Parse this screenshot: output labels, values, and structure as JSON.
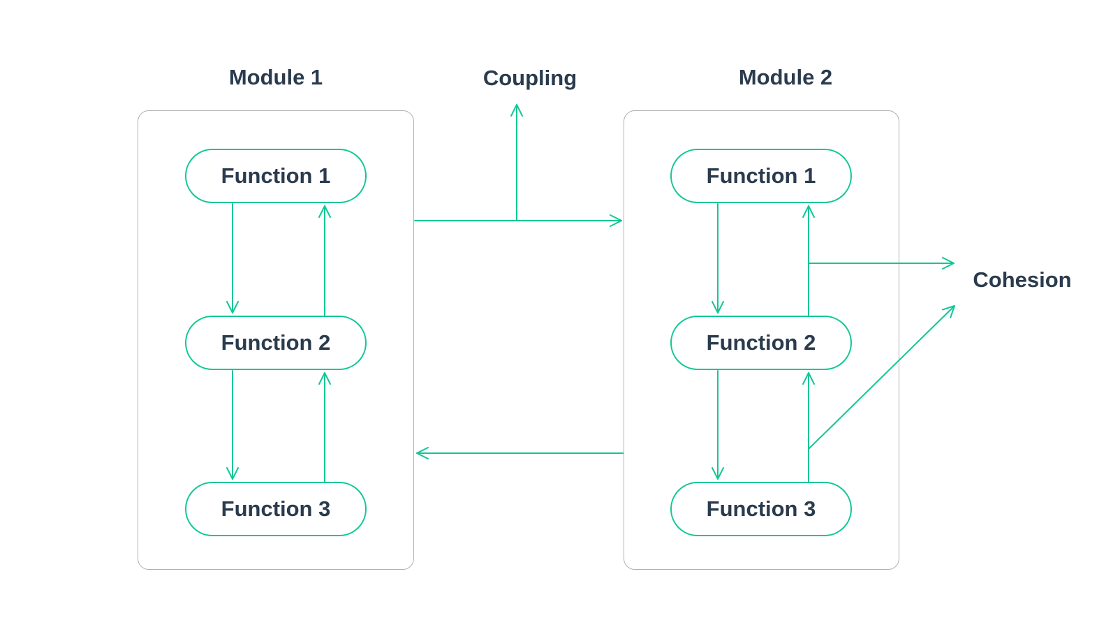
{
  "colors": {
    "accent": "#10c795",
    "ink": "#2a3b4d",
    "box-border": "#b1b1b1",
    "bg": "#ffffff"
  },
  "diagram": {
    "modules": [
      {
        "title": "Module 1",
        "functions": [
          "Function 1",
          "Function 2",
          "Function 3"
        ]
      },
      {
        "title": "Module 2",
        "functions": [
          "Function 1",
          "Function 2",
          "Function 3"
        ]
      }
    ],
    "labels": {
      "coupling": "Coupling",
      "cohesion": "Cohesion"
    },
    "relationships": {
      "module_1_internal": [
        "Function 1 -> Function 2",
        "Function 2 -> Function 1",
        "Function 2 -> Function 3",
        "Function 3 -> Function 2"
      ],
      "module_2_internal": [
        "Function 1 -> Function 2",
        "Function 2 -> Function 1",
        "Function 2 -> Function 3",
        "Function 3 -> Function 2"
      ],
      "between_modules": [
        "Module 1 -> Module 2 (labeled Coupling)",
        "Module 2 -> Module 1"
      ],
      "cohesion_pointers": [
        "Module 2 internal link -> Cohesion (horizontal)",
        "Module 2 internal link -> Cohesion (diagonal)"
      ]
    }
  }
}
